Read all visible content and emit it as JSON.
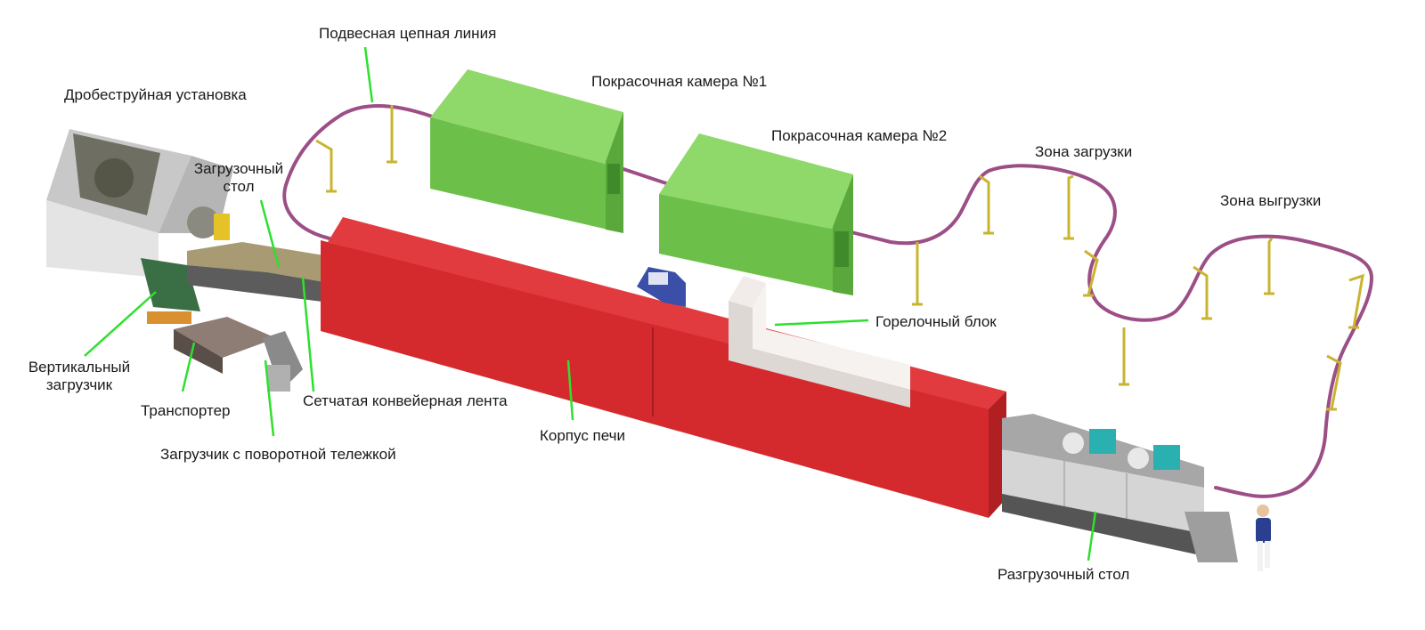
{
  "labels": {
    "chain_line": "Подвесная цепная линия",
    "shot_blast": "Дробеструйная установка",
    "paint_booth_1": "Покрасочная камера №1",
    "paint_booth_2": "Покрасочная камера №2",
    "loading_zone": "Зона загрузки",
    "unloading_zone": "Зона выгрузки",
    "loading_table_line1": "Загрузочный",
    "loading_table_line2": "стол",
    "burner_block": "Горелочный блок",
    "vertical_loader_line1": "Вертикальный",
    "vertical_loader_line2": "загрузчик",
    "transporter": "Транспортер",
    "mesh_belt": "Сетчатая конвейерная лента",
    "oven_body": "Корпус печи",
    "turntable_loader": "Загрузчик с поворотной тележкой",
    "unloading_table": "Разгрузочный стол"
  },
  "colors": {
    "leader": "#2ee02e",
    "chain": "#9c4f86",
    "oven": "#d42a2e",
    "booth": "#6cc04a",
    "hanger": "#c9b430"
  }
}
